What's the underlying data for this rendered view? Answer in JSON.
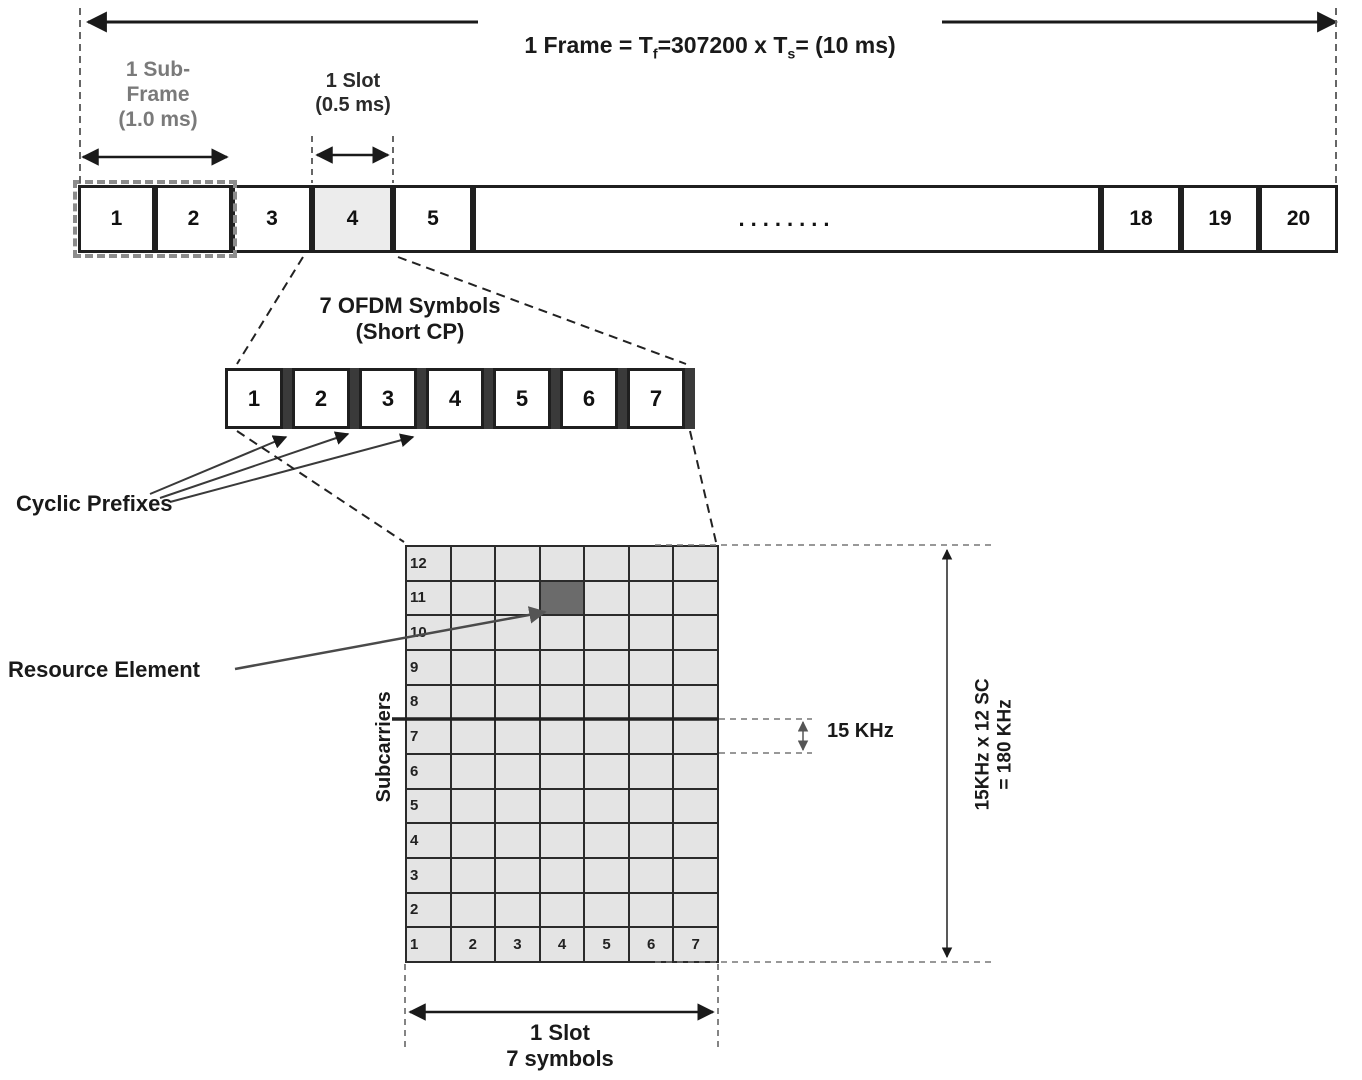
{
  "frame": {
    "label_prefix": "1 Frame = T",
    "label_sub_f": "f",
    "label_mid": "=307200 x T",
    "label_sub_s": "s",
    "label_suffix": "= (10 ms)"
  },
  "subframe_label": "1 Sub-\nFrame\n(1.0 ms)",
  "slot_guide_label": "1 Slot\n(0.5 ms)",
  "slots": [
    "1",
    "2",
    "3",
    "4",
    "5",
    "........",
    "18",
    "19",
    "20"
  ],
  "ofdm": {
    "title": "7 OFDM Symbols\n(Short CP)",
    "symbols": [
      "1",
      "2",
      "3",
      "4",
      "5",
      "6",
      "7"
    ]
  },
  "labels": {
    "cyclic_prefixes": "Cyclic Prefixes",
    "resource_element": "Resource Element",
    "subcarriers": "Subcarriers",
    "subcarrier_spacing": "15 KHz",
    "bandwidth": "15KHz x 12 SC\n= 180 KHz",
    "slot_width": "1 Slot\n7 symbols"
  },
  "grid": {
    "rows": 12,
    "cols": 7,
    "row_labels": [
      "12",
      "11",
      "10",
      "9",
      "8",
      "7",
      "6",
      "5",
      "4",
      "3",
      "2",
      "1"
    ],
    "col_labels": [
      "1",
      "2",
      "3",
      "4",
      "5",
      "6",
      "7"
    ],
    "highlight": {
      "row_index": 1,
      "col_index": 3
    }
  },
  "colors": {
    "line": "#1a1a1a",
    "gray_dashed": "#8c8c8c",
    "cell_fill": "#e4e4e4",
    "resource_element_fill": "#6b6b6b",
    "slot_highlight_fill": "#ececec",
    "cp_bar": "#3a3a3a"
  }
}
